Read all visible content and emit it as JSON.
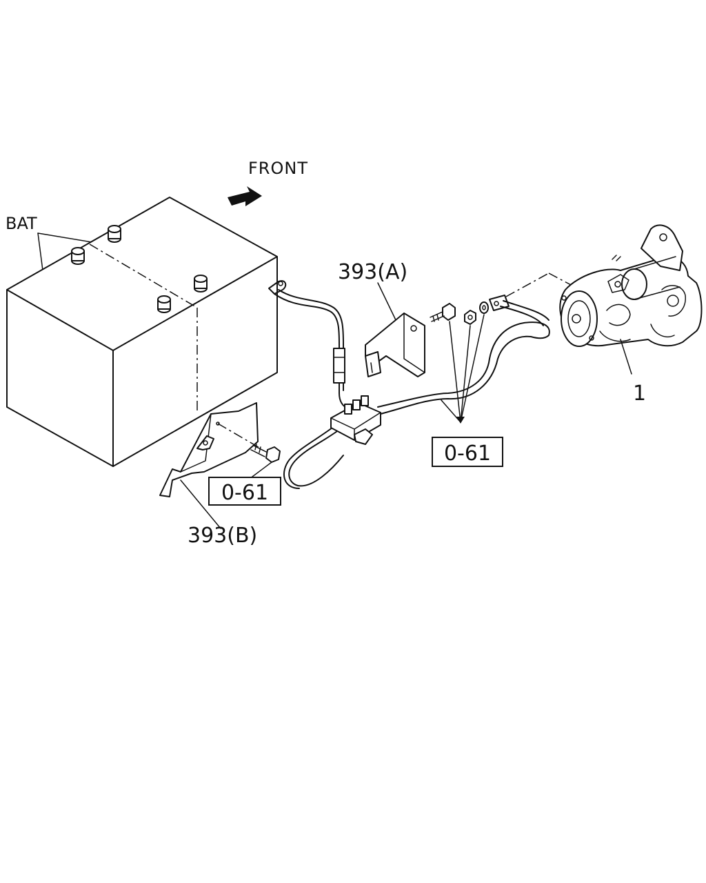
{
  "labels": {
    "front": "FRONT",
    "battery": "BAT",
    "bracket_a": "393(A)",
    "bracket_b": "393(B)",
    "starter": "1",
    "ref_upper": "0-61",
    "ref_lower": "0-61"
  },
  "icons": {
    "front_arrow": "direction-arrow"
  },
  "colors": {
    "line": "#111111",
    "background": "#ffffff"
  }
}
